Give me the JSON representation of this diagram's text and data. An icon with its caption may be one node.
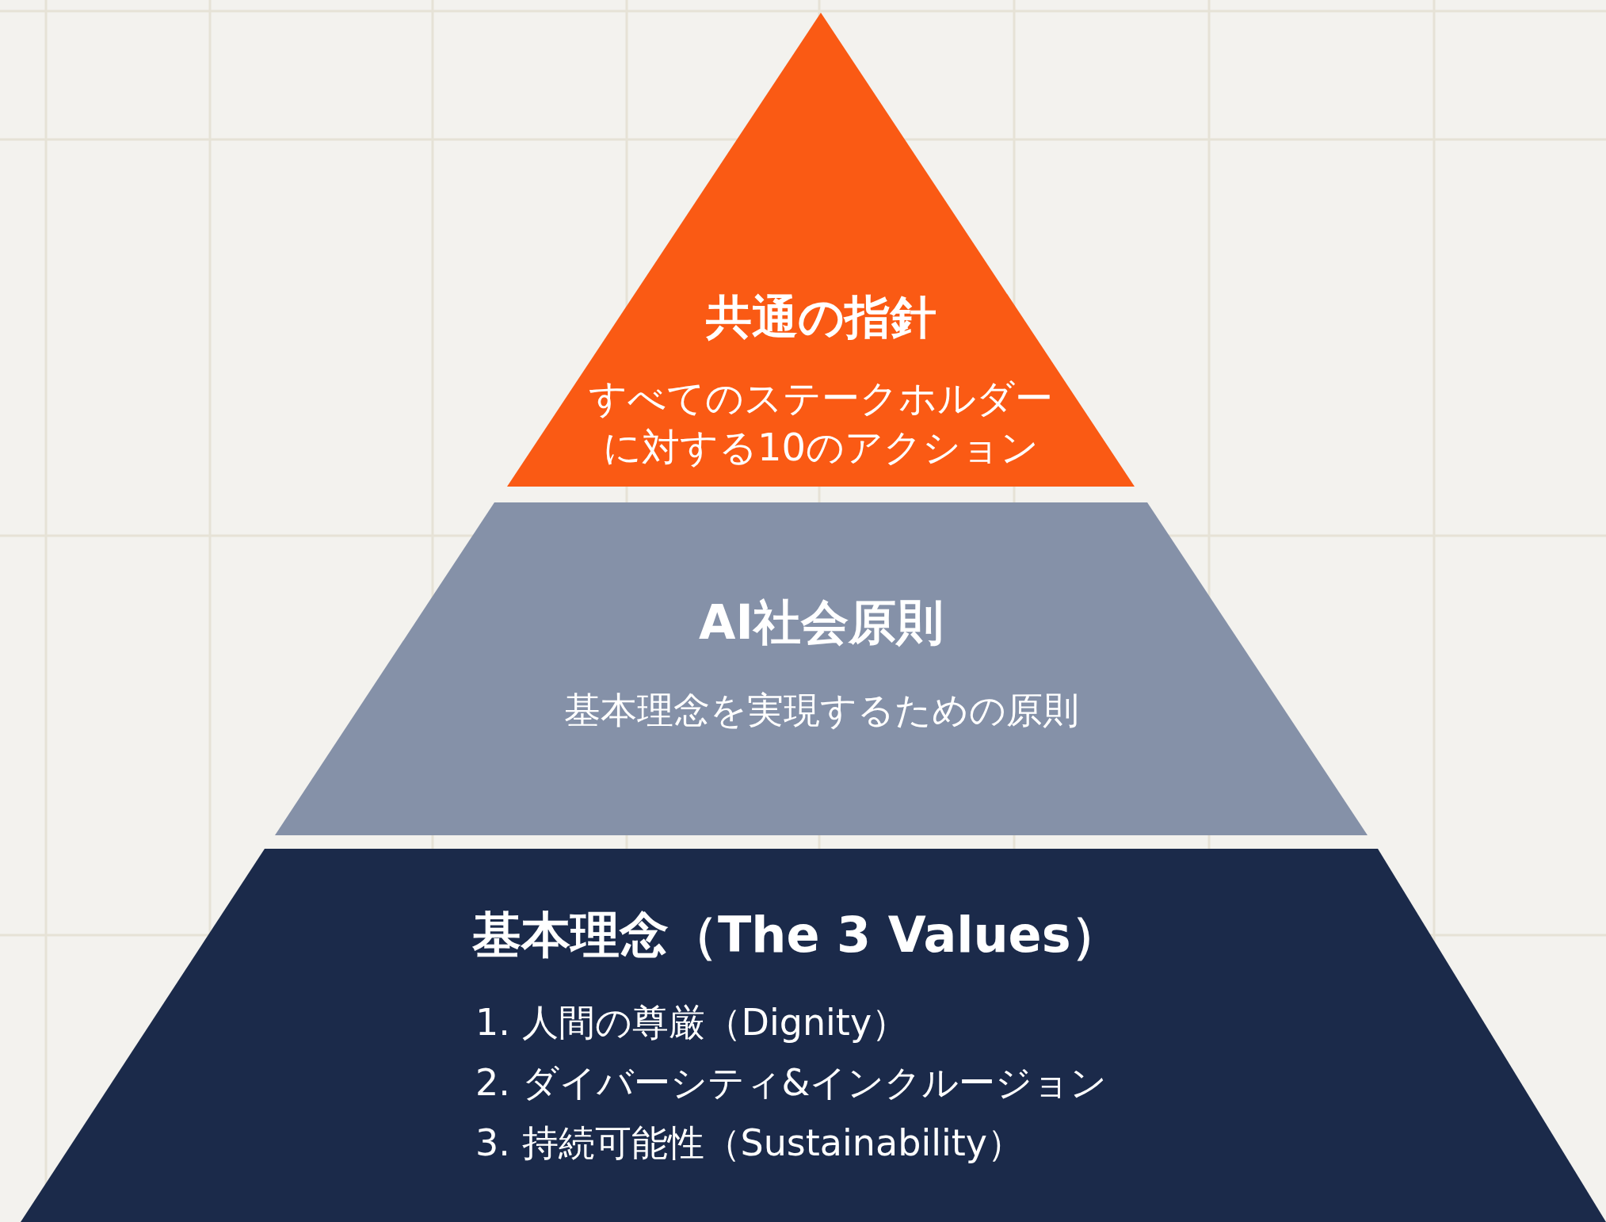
{
  "diagram": {
    "nodes": [
      {
        "text": [
          "共通の指針",
          "すべてのステークホルダーに対する10のアクション"
        ]
      },
      {
        "text": [
          "AI社会原則",
          "基本理念を実現するための原則"
        ]
      },
      {
        "text": [
          "基本理念（The 3 Values）",
          "1. 人間の尊厳（Dignity）",
          "2. ダイバーシティ&インクルージョン",
          "3. 持続可能性（Sustainability）"
        ]
      }
    ]
  }
}
